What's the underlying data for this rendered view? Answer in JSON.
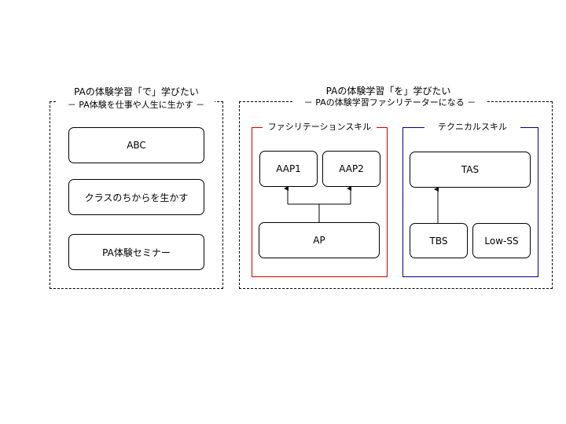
{
  "left_panel": {
    "title": "PAの体験学習「で」学びたい",
    "subtitle": "－ PA体験を仕事や人生に生かす －",
    "items": [
      "ABC",
      "クラスのちからを生かす",
      "PA体験セミナー"
    ]
  },
  "right_panel": {
    "title": "PAの体験学習「を」学びたい",
    "subtitle": "－ PAの体験学習ファシリテーターになる －",
    "facilitation_group": {
      "title": "ファシリテーションスキル",
      "border_color": "#cc0000",
      "nodes": {
        "aap1": "AAP1",
        "aap2": "AAP2",
        "ap": "AP"
      }
    },
    "technical_group": {
      "title": "テクニカルスキル",
      "border_color": "#000080",
      "nodes": {
        "tas": "TAS",
        "tbs": "TBS",
        "low_ss": "Low-SS"
      }
    }
  }
}
